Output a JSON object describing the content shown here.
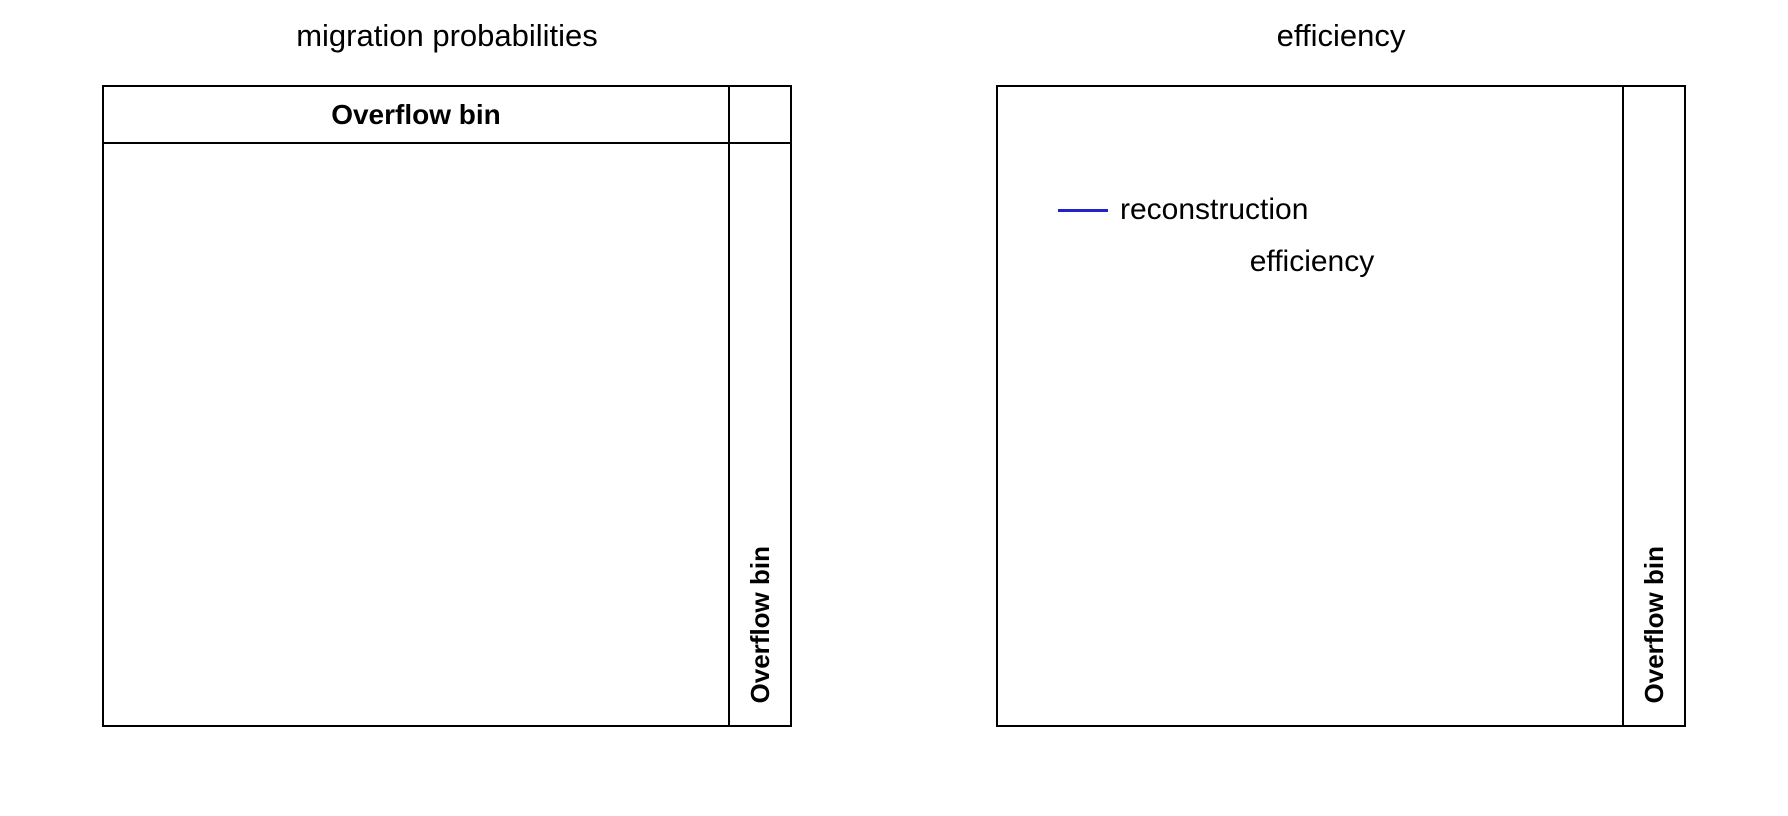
{
  "figure": {
    "background_color": "#ffffff",
    "line_color": "#000000",
    "accent_color": "#2222cc"
  },
  "panels": [
    {
      "id": "migration-probabilities",
      "title": "migration probabilities",
      "header_label": "Overflow bin",
      "overflow_label": "Overflow bin",
      "has_header_band": true,
      "has_legend": false
    },
    {
      "id": "efficiency",
      "title": "efficiency",
      "header_label": "",
      "overflow_label": "Overflow bin",
      "has_header_band": false,
      "has_legend": true
    }
  ],
  "legend": {
    "line_color": "#2222cc",
    "entries": [
      {
        "label": "reconstruction",
        "marker": "line-swatch-blue"
      },
      {
        "label": "efficiency",
        "marker": "none"
      }
    ]
  },
  "chart_data": {
    "type": "bar",
    "title": "migration probabilities / efficiency",
    "subtitle": "",
    "xlabel": "",
    "ylabel": "",
    "grid": false,
    "legend_position": "upper-center",
    "panels": [
      {
        "title": "migration probabilities",
        "categories": [],
        "values": [],
        "annotations": [
          "Overflow bin",
          "Overflow bin"
        ],
        "series": [],
        "note": "empty plotting frame - no data drawn"
      },
      {
        "title": "efficiency",
        "categories": [],
        "values": [],
        "annotations": [
          "Overflow bin"
        ],
        "series": [
          {
            "name": "reconstruction",
            "values": [],
            "color": "#2222cc"
          },
          {
            "name": "efficiency",
            "values": [],
            "color": "#000000"
          }
        ],
        "note": "empty plotting frame - legend only"
      }
    ]
  }
}
